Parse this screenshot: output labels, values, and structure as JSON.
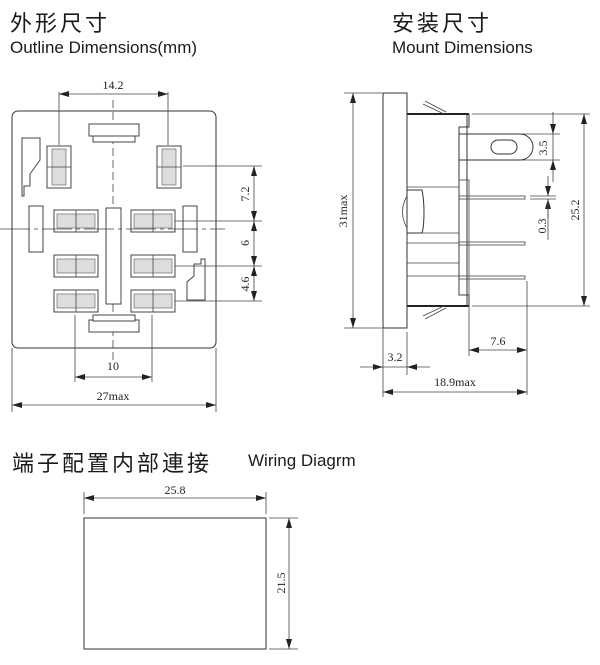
{
  "sections": {
    "outline": {
      "title_cn": "外形尺寸",
      "title_en": "Outline Dimensions(mm)"
    },
    "mount": {
      "title_cn": "安装尺寸",
      "title_en": "Mount Dimensions"
    },
    "wiring": {
      "title_cn": "端子配置内部連接",
      "title_en": "Wiring Diagrm"
    }
  },
  "outline_dims": {
    "top_width": "14.2",
    "right_1": "7.2",
    "right_2": "6",
    "right_3": "4.6",
    "bottom_inner": "10",
    "bottom_total": "27max"
  },
  "mount_dims": {
    "height_total": "31max",
    "tab": "3.5",
    "pin_thickness": "0.3",
    "height_body": "25.2",
    "flange": "3.2",
    "pin_length": "7.6",
    "depth_total": "18.9max"
  },
  "wiring_dims": {
    "width": "25.8",
    "height": "21.5"
  }
}
